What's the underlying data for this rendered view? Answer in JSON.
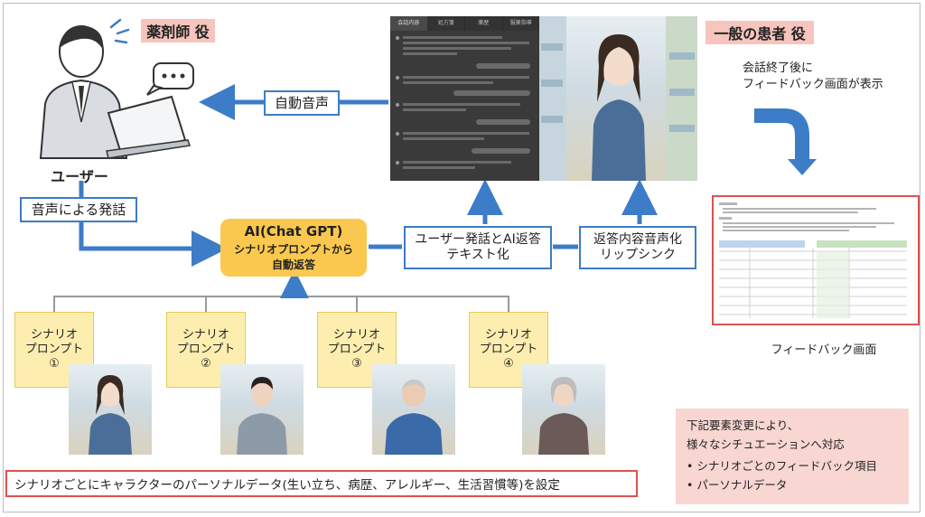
{
  "roles": {
    "pharmacist": "薬剤師 役",
    "patient": "一般の患者 役"
  },
  "user_label": "ユーザー",
  "auto_voice": "自動音声",
  "speech_input": "音声による発話",
  "ai_box": {
    "title": "AI(Chat GPT)",
    "line1": "シナリオプロンプトから",
    "line2": "自動返答"
  },
  "text_box": {
    "line1": "ユーザー発話とAI返答",
    "line2": "テキスト化"
  },
  "lipsync_box": {
    "line1": "返答内容音声化",
    "line2": "リップシンク"
  },
  "feedback_caption": {
    "line1": "会話終了後に",
    "line2": "フィードバック画面が表示"
  },
  "feedback_screen_label": "フィードバック画面",
  "chat_tabs": [
    "会話内容",
    "処方箋",
    "薬歴",
    "服薬指導"
  ],
  "scenarios": [
    {
      "line1": "シナリオ",
      "line2": "プロンプト",
      "num": "①"
    },
    {
      "line1": "シナリオ",
      "line2": "プロンプト",
      "num": "②"
    },
    {
      "line1": "シナリオ",
      "line2": "プロンプト",
      "num": "③"
    },
    {
      "line1": "シナリオ",
      "line2": "プロンプト",
      "num": "④"
    }
  ],
  "persona_note": "シナリオごとにキャラクターのパーソナルデータ(生い立ち、病歴、アレルギー、生活習慣等)を設定",
  "elements_note": {
    "title1": "下記要素変更により、",
    "title2": "様々なシチュエーションへ対応",
    "items": [
      "シナリオごとのフィードバック項目",
      "パーソナルデータ"
    ]
  },
  "colors": {
    "arrow_blue": "#3d7cc7",
    "ai_yellow": "#fbc84f",
    "role_pink": "#f6c5bd",
    "note_pink": "#f8d6d2",
    "red": "#d9534f"
  }
}
